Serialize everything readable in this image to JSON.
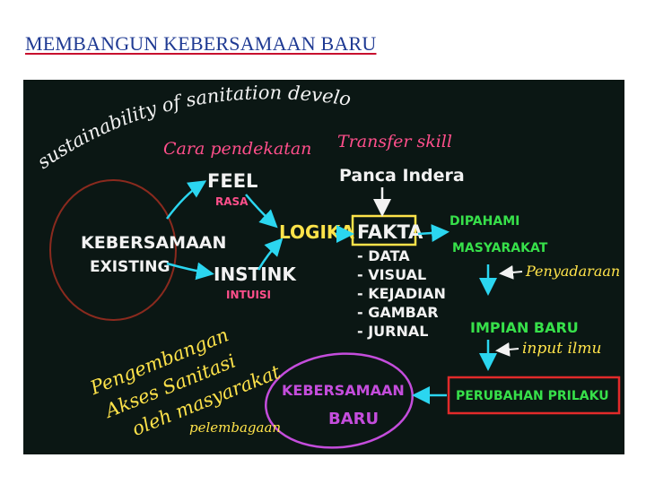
{
  "slide": {
    "title": "MEMBANGUN KEBERSAMAAN BARU"
  },
  "board": {
    "arc_title": "sustainability of sanitation development",
    "cara_pendekatan": "Cara pendekatan",
    "transfer_skill": "Transfer skill",
    "feel": "FEEL",
    "rasa": "RASA",
    "panca_indera": "Panca Indera",
    "kebersamaan_existing": [
      "KEBERSAMAAN",
      "EXISTING"
    ],
    "logika": "LOGIKA",
    "fakta": "FAKTA",
    "fakta_items": [
      "- DATA",
      "- VISUAL",
      "- KEJADIAN",
      "- GAMBAR",
      "- JURNAL"
    ],
    "instink": "INSTINK",
    "intuisi": "INTUISI",
    "dipahami": [
      "DIPAHAMI",
      "MASYARAKAT"
    ],
    "penyadaraan": "Penyadaraan",
    "impian_baru": "IMPIAN BARU",
    "input_ilmu": "input ilmu",
    "perubahan_prilaku": "PERUBAHAN PRILAKU",
    "kebersamaan_baru": [
      "KEBERSAMAAN",
      "BARU"
    ],
    "pengembangan": [
      "Pengembangan",
      "Akses Sanitasi",
      "oleh masyarakat"
    ],
    "pelembagaan": "pelembagaan"
  },
  "colors": {
    "title_blue": "#1f3a93",
    "underline_red": "#c8102e",
    "board_bg": "#0b1714",
    "ink_white": "#f2f2f2",
    "ink_pink": "#ff4f8b",
    "ink_cyan": "#2bd6f0",
    "ink_yellow": "#ffe34a",
    "ink_green": "#37e04a",
    "ink_red": "#e22a2a",
    "ink_purple": "#c44ddc",
    "ink_brown": "#8a2a1e"
  }
}
